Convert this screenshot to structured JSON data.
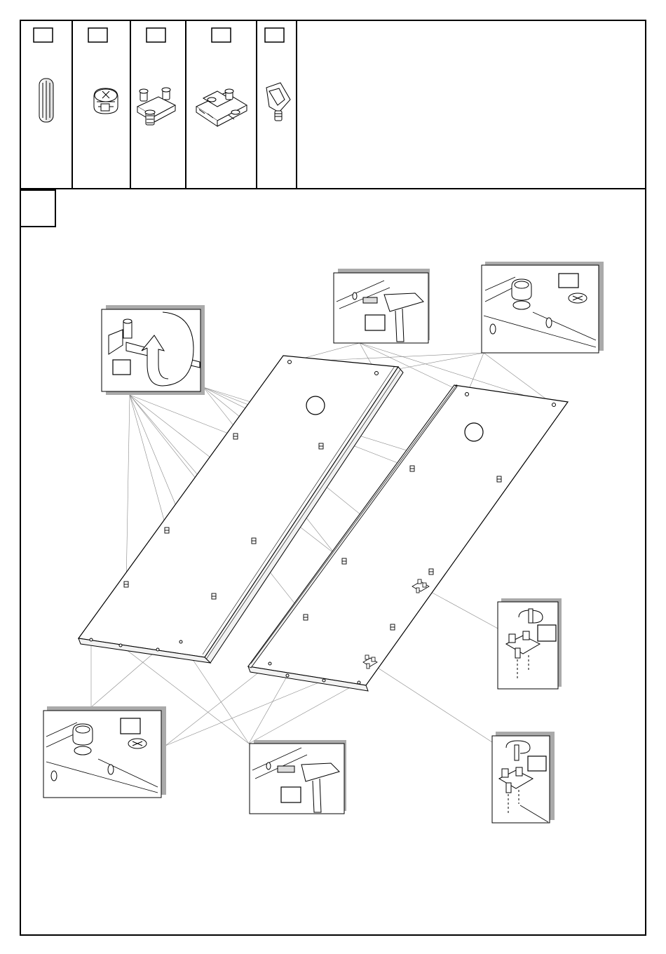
{
  "document": {
    "type": "assembly-instruction",
    "step_number": "",
    "parts_legend": [
      {
        "id": "part-wooden-dowel",
        "label": ""
      },
      {
        "id": "part-cam-lock",
        "label": ""
      },
      {
        "id": "part-mounting-plate",
        "label": ""
      },
      {
        "id": "part-hinge-plate",
        "label": ""
      },
      {
        "id": "part-shelf-support",
        "label": ""
      }
    ],
    "callouts": [
      {
        "id": "callout-cam-tighten",
        "label": ""
      },
      {
        "id": "callout-dowel-hammer-top",
        "label": ""
      },
      {
        "id": "callout-cam-insert-top",
        "label": ""
      },
      {
        "id": "callout-plate-screw-right",
        "label": ""
      },
      {
        "id": "callout-cam-insert-bottom",
        "label": ""
      },
      {
        "id": "callout-dowel-hammer-bottom",
        "label": ""
      },
      {
        "id": "callout-plate-screw-bottom-right",
        "label": ""
      }
    ]
  }
}
